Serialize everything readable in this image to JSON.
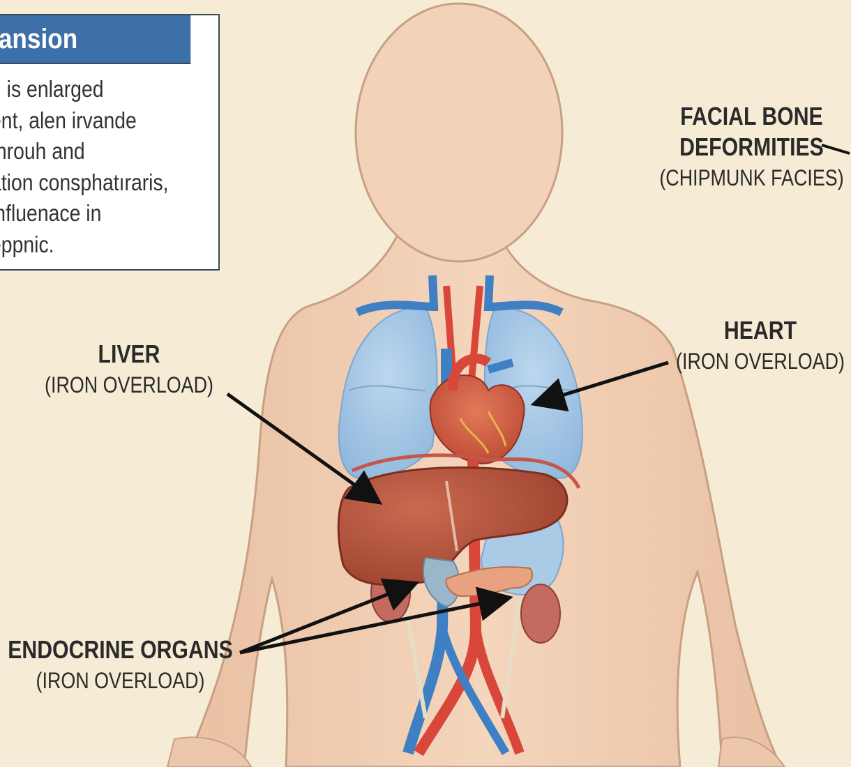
{
  "info_box": {
    "heading": "ansion",
    "lines": [
      "n is enlarged",
      "ent, alen irvande",
      " throuh and",
      "ation consphatıraris,",
      " influenace in",
      "eppnic."
    ]
  },
  "labels": {
    "facial": {
      "title_line1": "FACIAL BONE",
      "title_line2": "DEFORMITIES",
      "sub": "(CHIPMUNK FACIES)"
    },
    "heart": {
      "title": "HEART",
      "sub": "(IRON OVERLOAD)"
    },
    "liver": {
      "title": "LIVER",
      "sub": "(IRON OVERLOAD)"
    },
    "endocrine": {
      "title": "ENDOCRINE ORGANS",
      "sub": "(IRON OVERLOAD)"
    }
  },
  "colors": {
    "background": "#f6ecd6",
    "skin": "#f0cfb4",
    "lung": "#a9cbe6",
    "artery": "#d9473a",
    "vein": "#3f7fc4",
    "liver": "#b9553f",
    "box_header": "#3d6fa9"
  }
}
